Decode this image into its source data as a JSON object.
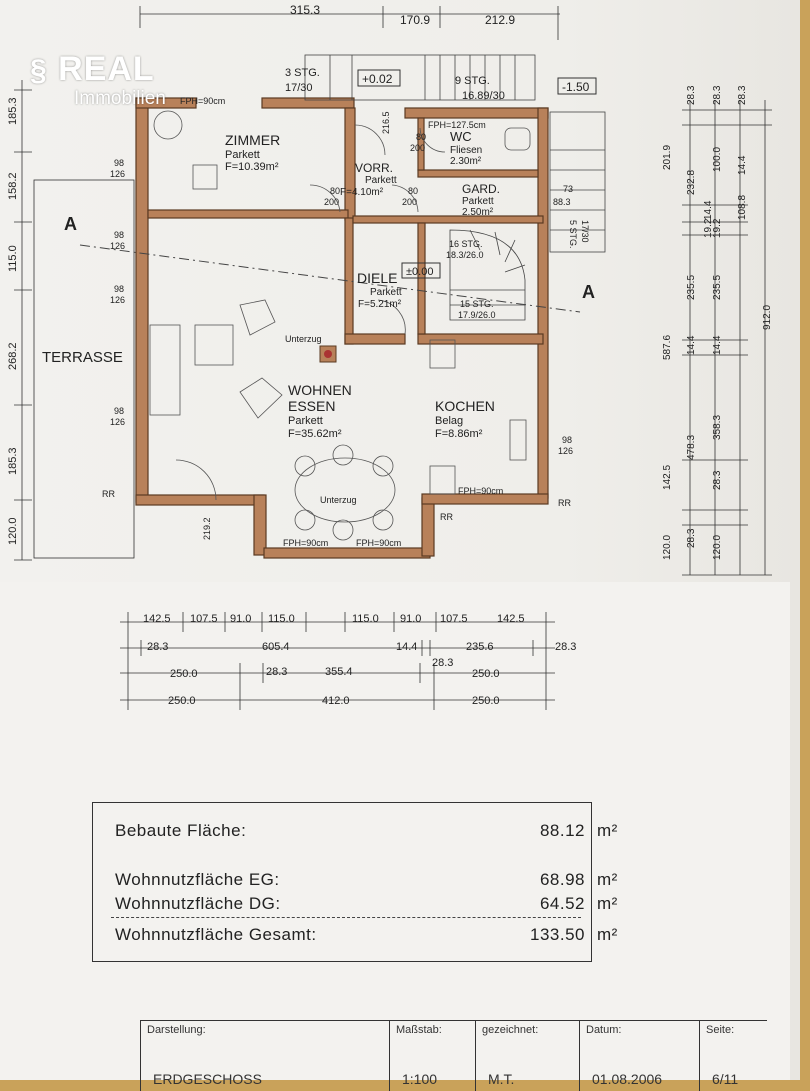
{
  "logo": {
    "brand": "REAL",
    "sub": "Immobilien"
  },
  "dims_top": {
    "a": "315.3",
    "b": "170.9",
    "c": "212.9"
  },
  "stairs": {
    "up3": "3 STG.",
    "up3_ratio": "17/30",
    "lvl_up": "+0.02",
    "up9": "9 STG.",
    "up9_ratio": "16.89/30",
    "lvl_down": "-1.50",
    "s16": "16 STG.",
    "s16_ratio": "18.3/26.0",
    "s15": "15 STG.",
    "s15_ratio": "17.9/26.0",
    "side": "5 STG.",
    "side_ratio": "17/30",
    "side_dim": "88.3",
    "side_dim2": "73"
  },
  "rooms": {
    "zimmer": {
      "name": "ZIMMER",
      "floor": "Parkett",
      "area": "F=10.39m²"
    },
    "vorr": {
      "name": "VORR.",
      "floor": "Parkett",
      "area": "F=4.10m²"
    },
    "wc": {
      "name": "WC",
      "floor": "Fliesen",
      "area": "2.30m²"
    },
    "gard": {
      "name": "GARD.",
      "floor": "Parkett",
      "area": "2.50m²"
    },
    "diele": {
      "name": "DIELE",
      "floor": "Parkett",
      "area": "F=5.21m²",
      "level": "±0.00"
    },
    "wohnen": {
      "name": "WOHNEN",
      "name2": "ESSEN",
      "floor": "Parkett",
      "area": "F=35.62m²"
    },
    "kochen": {
      "name": "KOCHEN",
      "floor": "Belag",
      "area": "F=8.86m²"
    },
    "terrasse": {
      "name": "TERRASSE"
    }
  },
  "plan_labels": {
    "fph90": "FPH=90cm",
    "fph127": "FPH=127.5cm",
    "unterzug": "Unterzug",
    "section": "A",
    "rr": "RR",
    "d98": "98",
    "d126": "126",
    "d80": "80",
    "d200": "200",
    "d216": "216.5",
    "d73": "73",
    "d219": "219.2"
  },
  "dims_left": [
    "185.3",
    "158.2",
    "115.0",
    "268.2",
    "185.3",
    "120.0"
  ],
  "dims_right_a": [
    "28.3",
    "201.9",
    "232.8",
    "14.4",
    "19.2",
    "235.5",
    "587.6",
    "14.4",
    "478.3",
    "142.5",
    "120.0",
    "28.3"
  ],
  "dims_right_b": [
    "28.3",
    "100.0",
    "108.8",
    "19.2",
    "14.4",
    "235.5",
    "358.3",
    "14.4",
    "28.3",
    "120.0",
    "28.3"
  ],
  "dims_right_total": "912.0",
  "dims_bottom": {
    "row1": [
      "142.5",
      "107.5",
      "91.0",
      "115.0",
      "115.0",
      "91.0",
      "107.5",
      "142.5"
    ],
    "row2": [
      "28.3",
      "605.4",
      "14.4",
      "235.6",
      "28.3"
    ],
    "row3": [
      "250.0",
      "28.3",
      "355.4",
      "28.3",
      "250.0"
    ],
    "row4": [
      "250.0",
      "412.0",
      "250.0"
    ]
  },
  "areas": [
    {
      "label": "Bebaute Fläche:",
      "value": "88.12",
      "unit": "m²"
    },
    {
      "label": "Wohnnutzfläche EG:",
      "value": "68.98",
      "unit": "m²"
    },
    {
      "label": "Wohnnutzfläche DG:",
      "value": "64.52",
      "unit": "m²"
    },
    {
      "label": "Wohnnutzfläche Gesamt:",
      "value": "133.50",
      "unit": "m²"
    }
  ],
  "title_block": {
    "darstellung_label": "Darstellung:",
    "darstellung_value": "ERDGESCHOSS",
    "massstab_label": "Maßstab:",
    "massstab_value": "1:100",
    "gezeichnet_label": "gezeichnet:",
    "gezeichnet_value": "M.T.",
    "datum_label": "Datum:",
    "datum_value": "01.08.2006",
    "seite_label": "Seite:",
    "seite_value": "6/11"
  },
  "colors": {
    "wall": "#b8815a",
    "wall_edge": "#5a3a22",
    "paper": "#f2f1ee",
    "ink": "#222222"
  }
}
